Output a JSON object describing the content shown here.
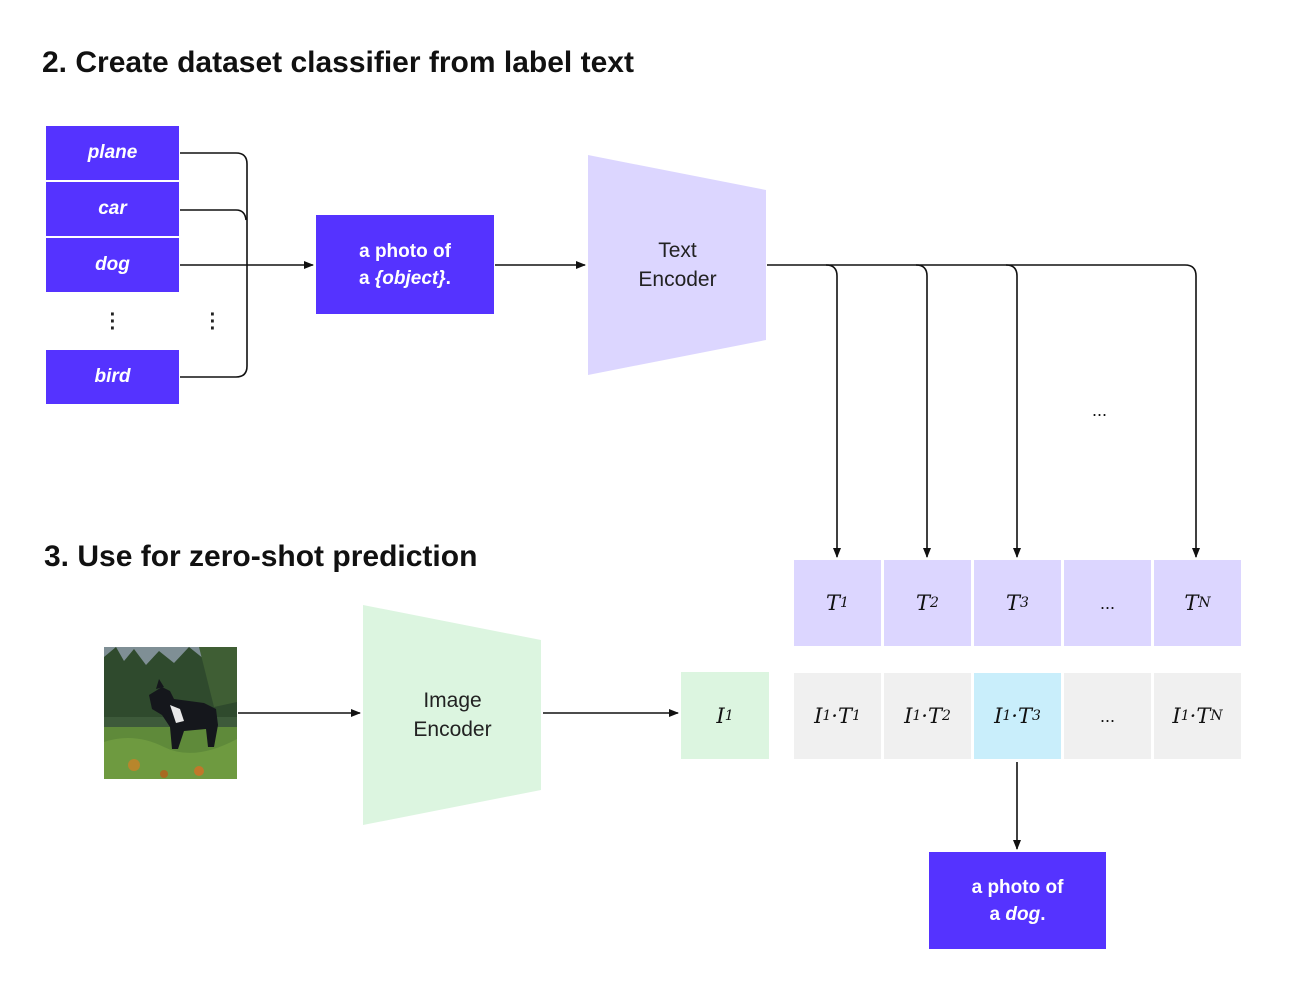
{
  "section2": {
    "title": "2. Create dataset classifier from label text"
  },
  "section3": {
    "title": "3. Use for zero-shot prediction"
  },
  "labels": [
    "plane",
    "car",
    "dog",
    "bird"
  ],
  "template": {
    "line1": "a photo of",
    "line2_prefix": "a ",
    "line2_object": "{object}",
    "line2_suffix": "."
  },
  "text_encoder": {
    "line1": "Text",
    "line2": "Encoder"
  },
  "image_encoder": {
    "line1": "Image",
    "line2": "Encoder"
  },
  "ellipsis": "...",
  "text_embeddings": [
    {
      "name": "T",
      "sub": "1"
    },
    {
      "name": "T",
      "sub": "2"
    },
    {
      "name": "T",
      "sub": "3"
    },
    {
      "name": "...",
      "sub": ""
    },
    {
      "name": "T",
      "sub": "N"
    }
  ],
  "image_embedding": {
    "name": "I",
    "sub": "1"
  },
  "products": [
    {
      "i": "I",
      "isub": "1",
      "t": "T",
      "tsub": "1"
    },
    {
      "i": "I",
      "isub": "1",
      "t": "T",
      "tsub": "2"
    },
    {
      "i": "I",
      "isub": "1",
      "t": "T",
      "tsub": "3"
    },
    {
      "i": "...",
      "isub": "",
      "t": "",
      "tsub": ""
    },
    {
      "i": "I",
      "isub": "1",
      "t": "T",
      "tsub": "N"
    }
  ],
  "prediction": {
    "line1": "a photo of",
    "line2_prefix": "a ",
    "line2_object": "dog",
    "line2_suffix": "."
  },
  "colors": {
    "accent_purple": "#5533ff",
    "text_encoder_fill": "#dcd6ff",
    "image_encoder_fill": "#dcf5e0",
    "highlight_cell": "#c9eefb",
    "neutral_cell": "#f0f0f0"
  },
  "image_icon": "dog-photo"
}
